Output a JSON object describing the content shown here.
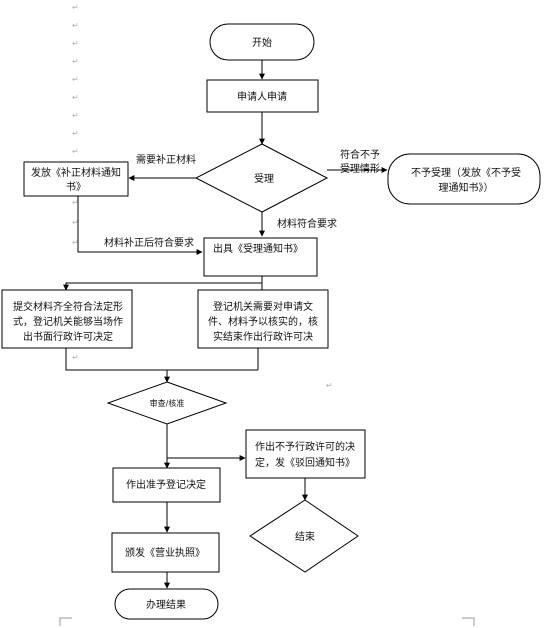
{
  "nodes": {
    "start": "开始",
    "apply": "申请人申请",
    "accept": "受理",
    "reject_line1": "不予受理（发放《不予受",
    "reject_line2": "理通知书》）",
    "supplement_line1": "发放《补正材料通知",
    "supplement_line2": "书》",
    "notice": "出具《受理通知书》",
    "onsite_line1": "提交材料齐全符合法定形",
    "onsite_line2": "式，登记机关能够当场作",
    "onsite_line3": "出书面行政许可决定",
    "verify_line1": "登记机关需要对申请文",
    "verify_line2": "件、材料予以核实的，核",
    "verify_line3": "实结束作出行政许可决",
    "review": "审查/核准",
    "deny_line1": "作出不予行政许可的决",
    "deny_line2": "定，发《驳回通知书》",
    "approve": "作出准予登记决定",
    "end": "结束",
    "issue": "颁发《营业执照》",
    "done": "办理结果"
  },
  "edge_labels": {
    "need_supplement": "需要补正材料",
    "not_meet_line1": "符合不予",
    "not_meet_line2": "受理情形",
    "meets": "材料符合要求",
    "after_supplement": "材料补正后符合要求"
  },
  "colors": {
    "line": "#000000",
    "paragraph_mark": "#b0b0b0"
  }
}
